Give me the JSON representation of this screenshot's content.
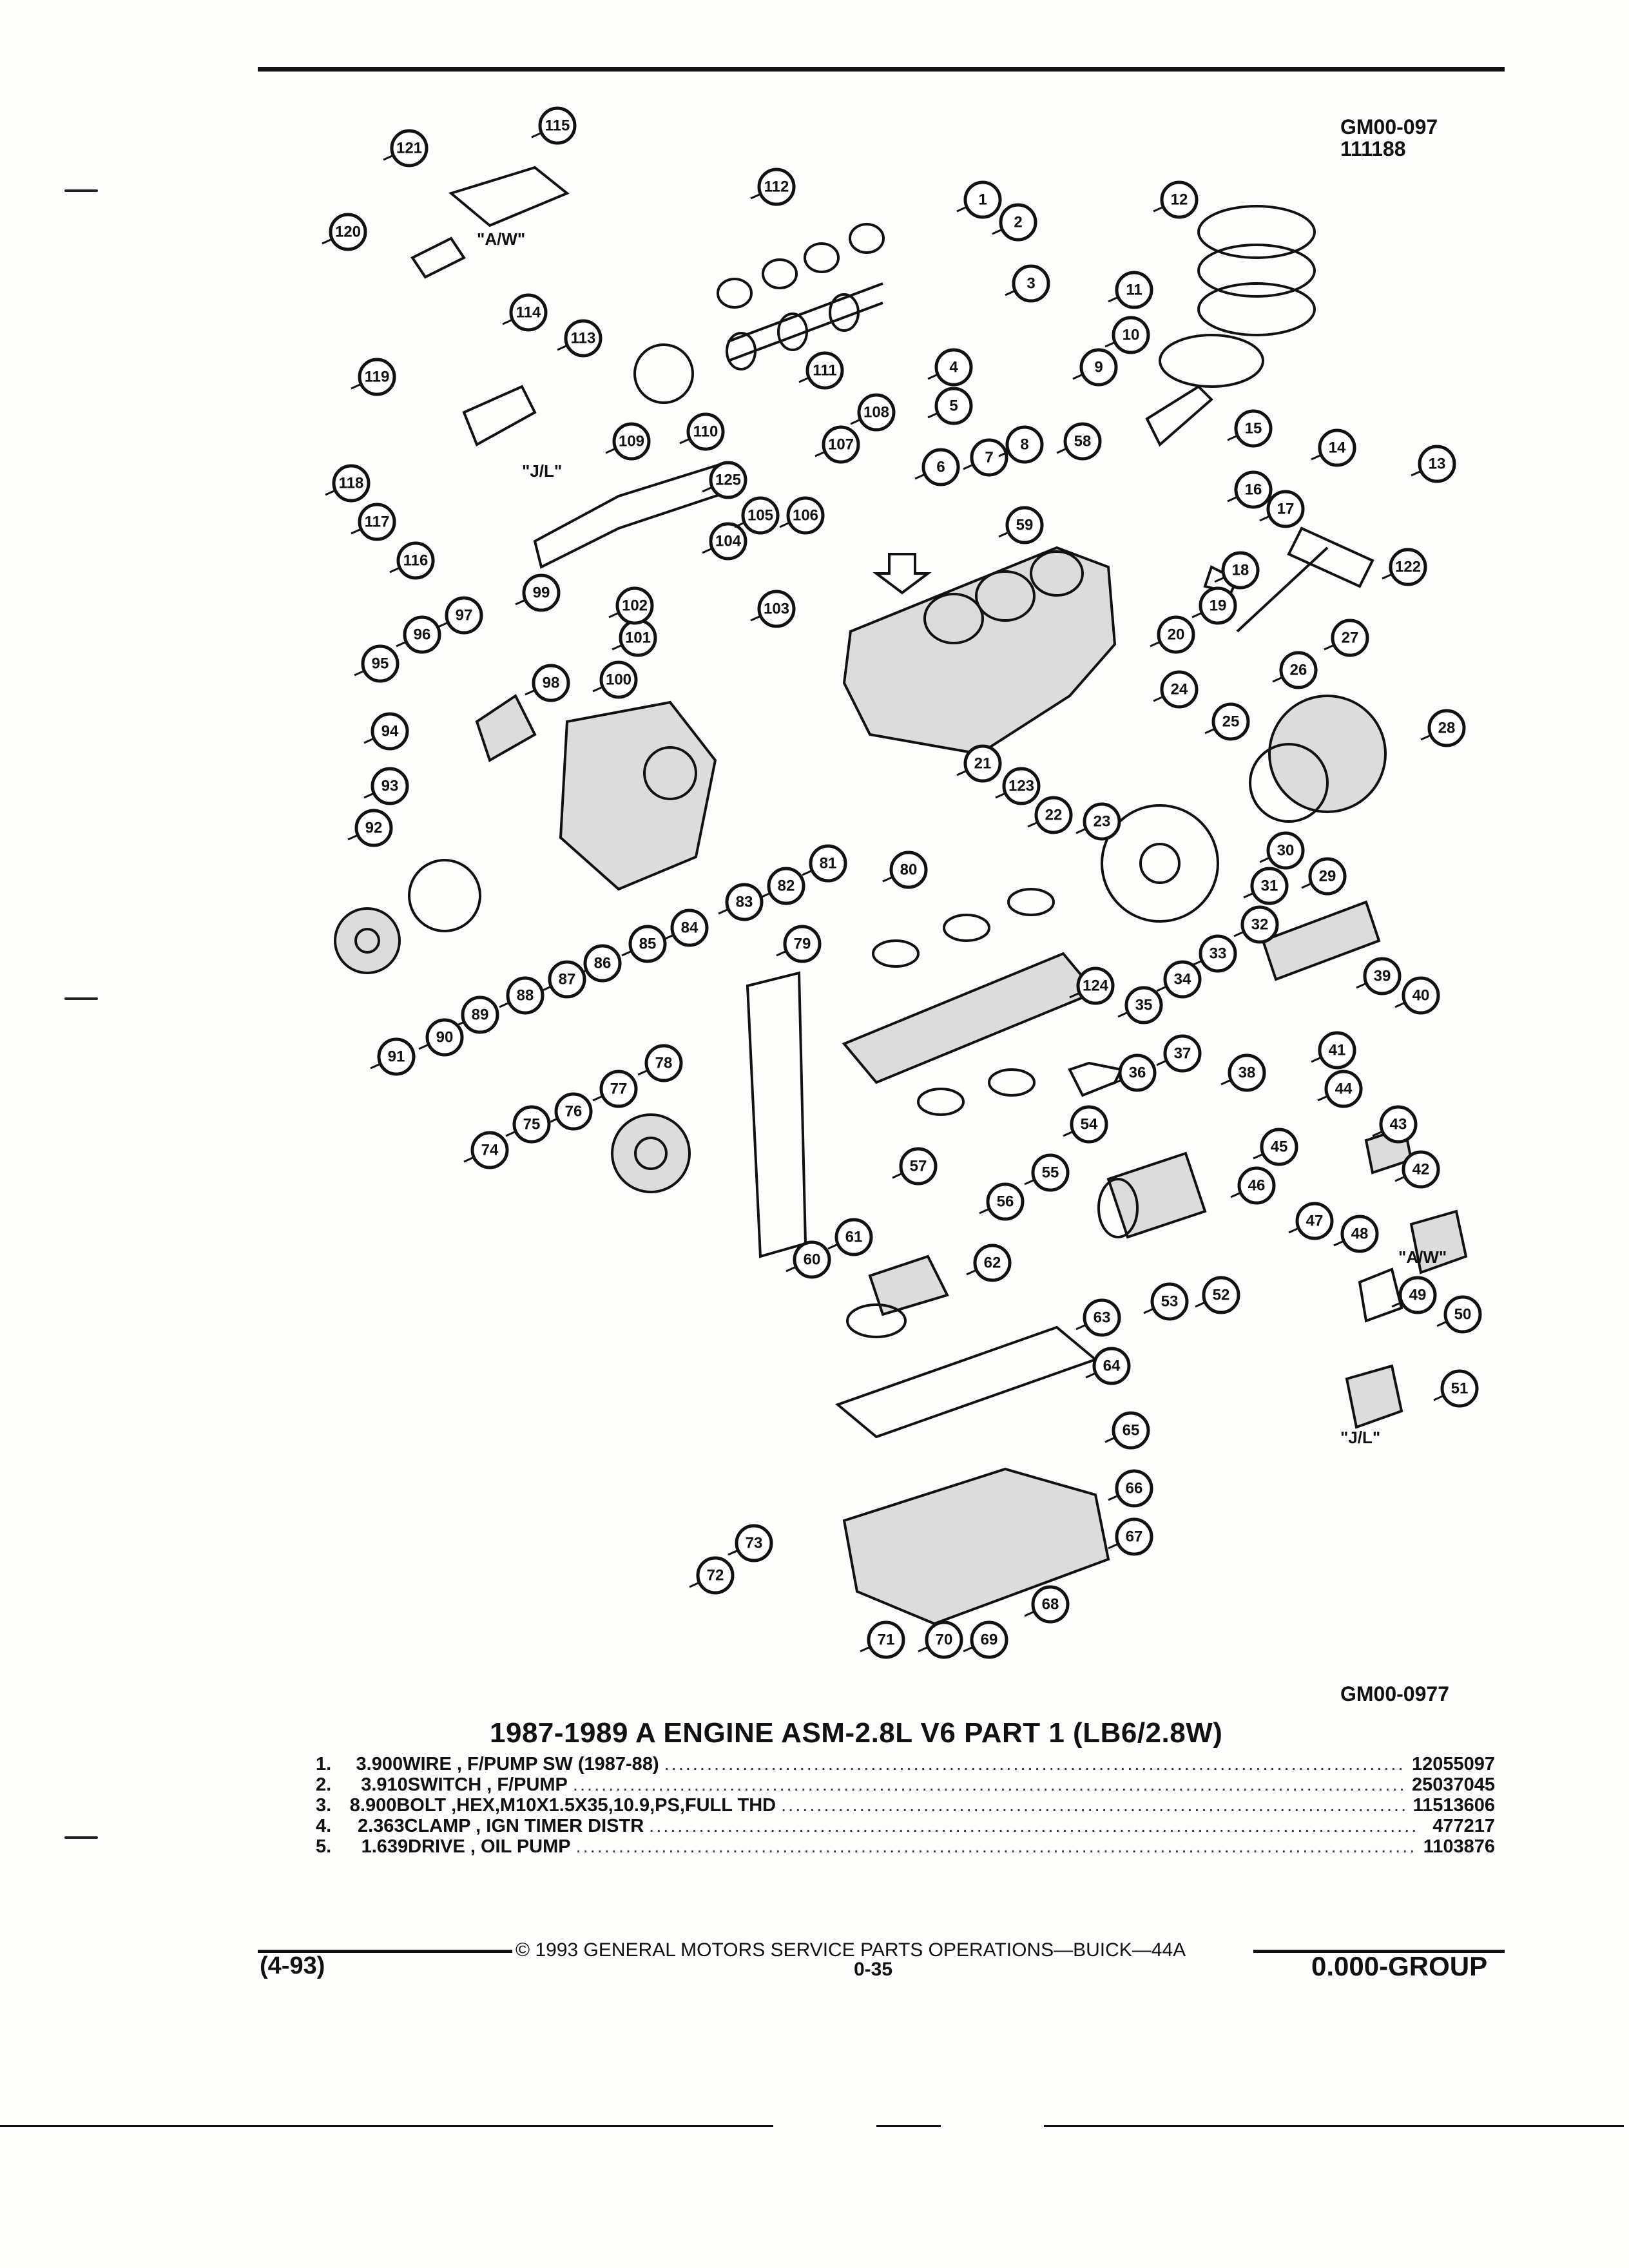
{
  "doc_codes": {
    "top_code": "GM00-097",
    "top_date_code": "111188",
    "figure_code": "GM00-0977"
  },
  "diagram": {
    "callouts": [
      "1",
      "2",
      "3",
      "4",
      "5",
      "6",
      "7",
      "8",
      "9",
      "10",
      "11",
      "12",
      "13",
      "14",
      "15",
      "16",
      "17",
      "18",
      "19",
      "20",
      "21",
      "22",
      "23",
      "24",
      "25",
      "26",
      "27",
      "28",
      "29",
      "30",
      "31",
      "32",
      "33",
      "34",
      "35",
      "36",
      "37",
      "38",
      "39",
      "40",
      "41",
      "42",
      "43",
      "44",
      "45",
      "46",
      "47",
      "48",
      "49",
      "50",
      "51",
      "52",
      "53",
      "54",
      "55",
      "56",
      "57",
      "58",
      "59",
      "60",
      "61",
      "62",
      "63",
      "64",
      "65",
      "66",
      "67",
      "68",
      "69",
      "70",
      "71",
      "72",
      "73",
      "74",
      "75",
      "76",
      "77",
      "78",
      "79",
      "80",
      "81",
      "82",
      "83",
      "84",
      "85",
      "86",
      "87",
      "88",
      "89",
      "90",
      "91",
      "92",
      "93",
      "94",
      "95",
      "96",
      "97",
      "98",
      "99",
      "100",
      "101",
      "102",
      "103",
      "104",
      "105",
      "106",
      "107",
      "108",
      "109",
      "110",
      "111",
      "112",
      "113",
      "114",
      "115",
      "116",
      "117",
      "118",
      "119",
      "120",
      "121",
      "122",
      "123",
      "124",
      "125"
    ],
    "variant_labels": {
      "aw_top": "\"A/W\"",
      "jl_left": "\"J/L\"",
      "aw_right": "\"A/W\"",
      "jl_right": "\"J/L\""
    }
  },
  "section_title": "1987-1989 A ENGINE ASM-2.8L V6 PART 1 (LB6/2.8W)",
  "parts_list": [
    {
      "index": "1.",
      "qty": "3.900",
      "description": "WIRE , F/PUMP SW (1987-88)",
      "part_number": "12055097"
    },
    {
      "index": "2.",
      "qty": "3.910",
      "description": "SWITCH , F/PUMP",
      "part_number": "25037045"
    },
    {
      "index": "3.",
      "qty": "8.900",
      "description": "BOLT ,HEX,M10X1.5X35,10.9,PS,FULL THD",
      "part_number": "11513606"
    },
    {
      "index": "4.",
      "qty": "2.363",
      "description": "CLAMP , IGN TIMER DISTR",
      "part_number": "477217"
    },
    {
      "index": "5.",
      "qty": "1.639",
      "description": "DRIVE , OIL PUMP",
      "part_number": "1103876"
    }
  ],
  "footer": {
    "copyright": "© 1993 GENERAL MOTORS SERVICE PARTS OPERATIONS—BUICK—44A",
    "date": "(4-93)",
    "page": "0-35",
    "group": "0.000-GROUP"
  }
}
